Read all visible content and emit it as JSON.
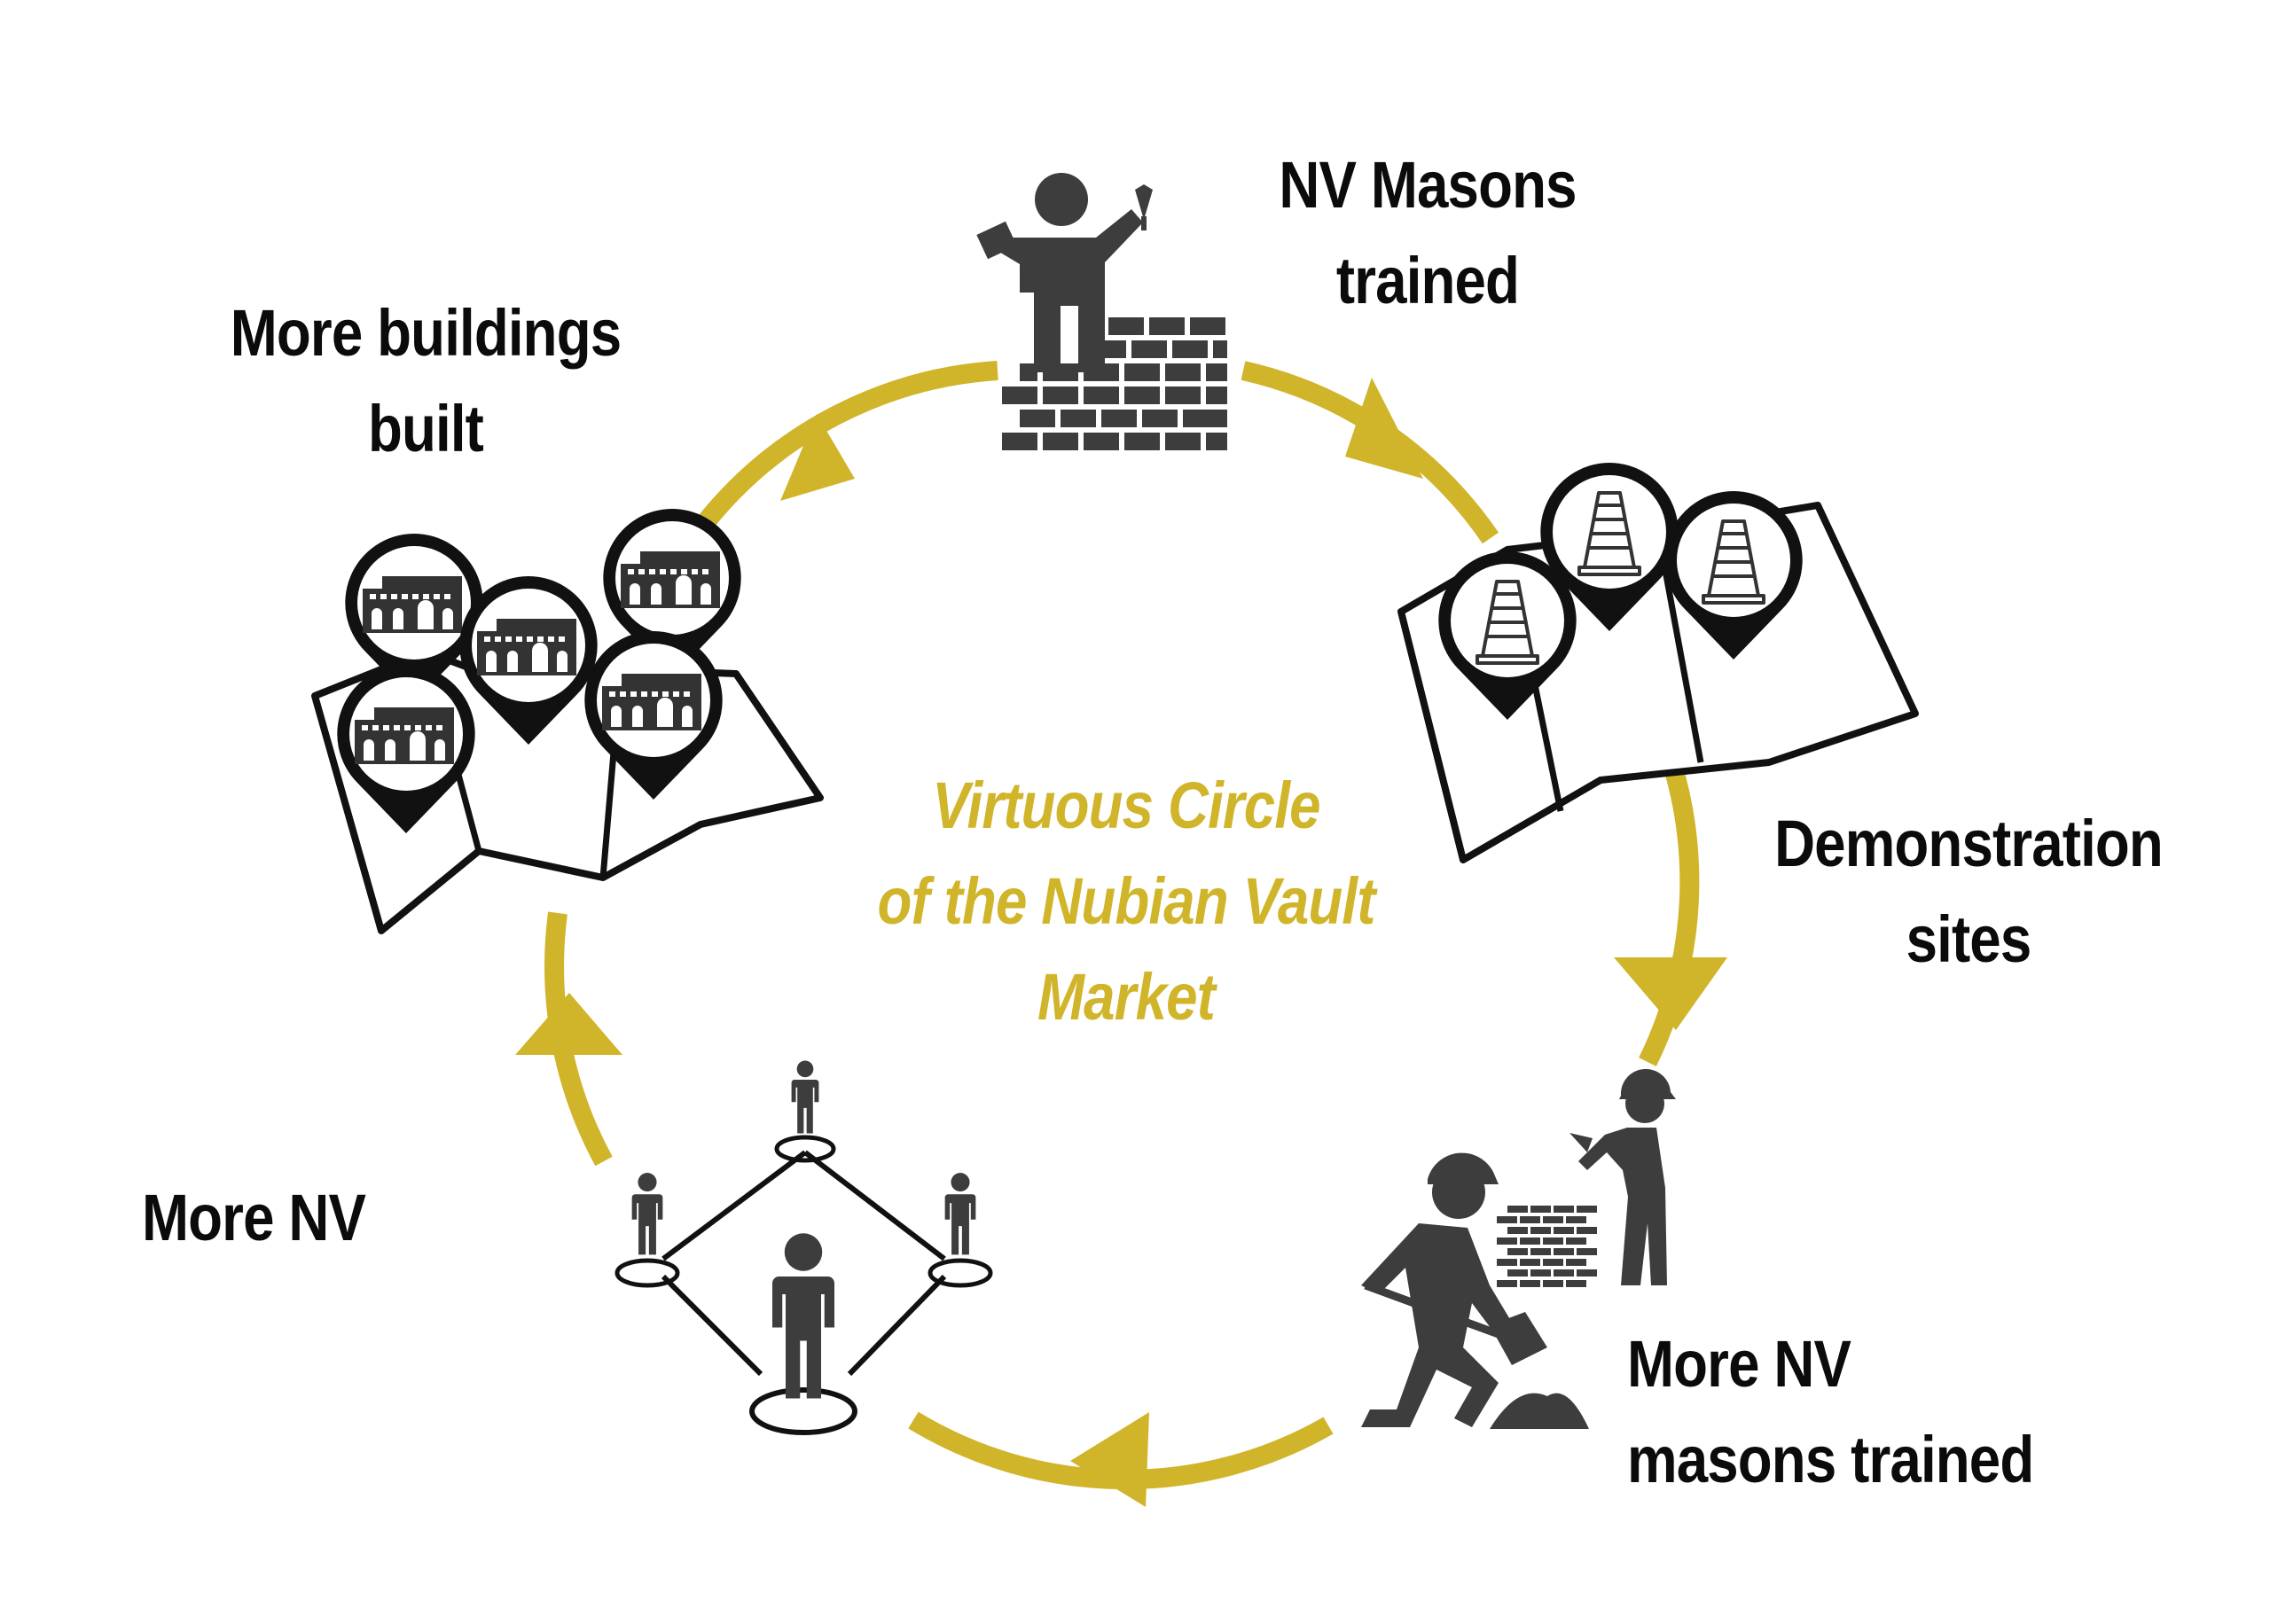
{
  "center": {
    "line1": "Virtuous Circle",
    "line2": "of the Nubian Vault",
    "line3": "Market"
  },
  "steps": [
    {
      "line1": "NV Masons",
      "line2": "trained",
      "icon": "mason-bricklayer-icon"
    },
    {
      "line1": "Demonstration",
      "line2": "sites",
      "icon": "map-cone-pins-icon"
    },
    {
      "line1": "More NV",
      "line2": "masons trained",
      "icon": "workers-construction-icon"
    },
    {
      "line1": "More NV",
      "line2": "",
      "icon": "people-network-icon"
    },
    {
      "line1": "More buildings",
      "line2": "built",
      "icon": "map-building-pins-icon"
    }
  ],
  "colors": {
    "cycle": "#d0b429",
    "icon": "#3d3d3d",
    "text": "#0b0b0b"
  }
}
